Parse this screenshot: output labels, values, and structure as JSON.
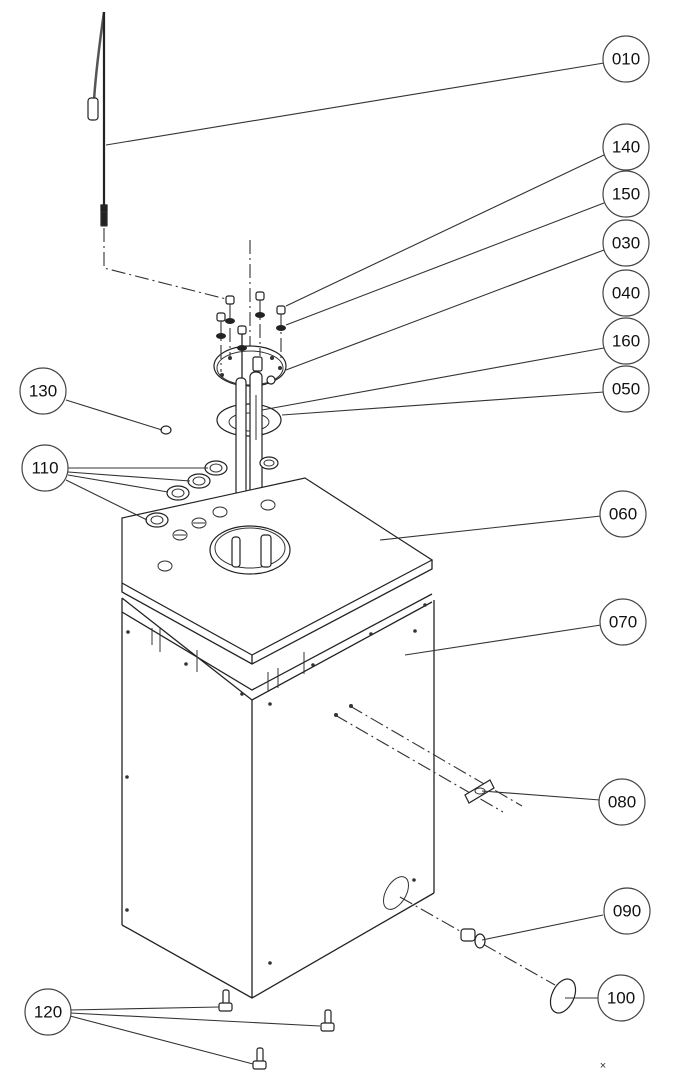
{
  "drawing": {
    "type": "exploded-assembly-view",
    "part_callouts": [
      {
        "id": "010",
        "label": "010"
      },
      {
        "id": "140",
        "label": "140"
      },
      {
        "id": "150",
        "label": "150"
      },
      {
        "id": "030",
        "label": "030"
      },
      {
        "id": "040",
        "label": "040"
      },
      {
        "id": "160",
        "label": "160"
      },
      {
        "id": "050",
        "label": "050"
      },
      {
        "id": "130",
        "label": "130"
      },
      {
        "id": "110",
        "label": "110"
      },
      {
        "id": "060",
        "label": "060"
      },
      {
        "id": "070",
        "label": "070"
      },
      {
        "id": "080",
        "label": "080"
      },
      {
        "id": "090",
        "label": "090"
      },
      {
        "id": "100",
        "label": "100"
      },
      {
        "id": "120",
        "label": "120"
      }
    ],
    "corner_mark": "×"
  }
}
